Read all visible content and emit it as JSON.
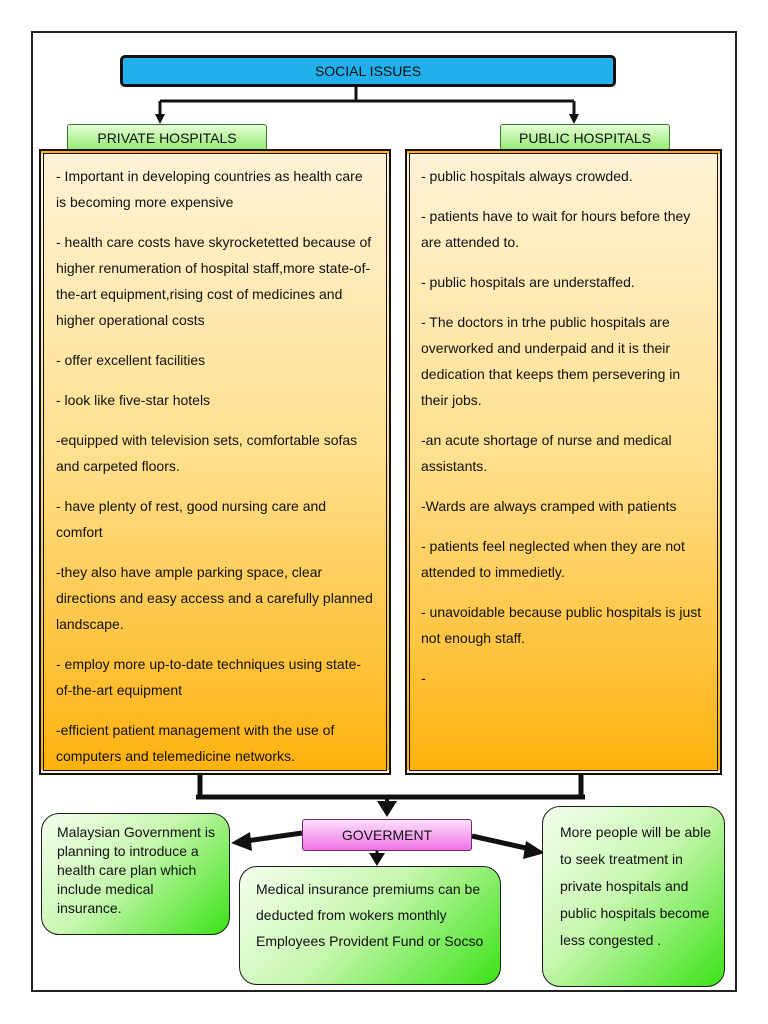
{
  "top": {
    "title": "SOCIAL ISSUES"
  },
  "private": {
    "heading": "PRIVATE HOSPITALS",
    "items": [
      "- Important in developing countries as health care is becoming more expensive",
      "- health care costs have skyrocketetted because of higher renumeration of hospital staff,more state-of-the-art equipment,rising cost of medicines and higher operational costs",
      "- offer excellent facilities",
      "- look like five-star hotels",
      "-equipped with television sets, comfortable sofas and carpeted floors.",
      "- have plenty of rest, good nursing care and comfort",
      "-they also have ample parking space, clear directions and easy access and a carefully planned landscape.",
      "- employ more up-to-date techniques  using state-of-the-art equipment",
      "-efficient patient management with the use of computers and telemedicine networks."
    ]
  },
  "public": {
    "heading": "PUBLIC HOSPITALS",
    "items": [
      "-  public hospitals always crowded.",
      "- patients have to wait for hours before they are attended  to.",
      "- public hospitals are understaffed.",
      "- The doctors in trhe public hospitals are overworked and underpaid and it is their dedication that keeps them persevering in their jobs.",
      "-an acute shortage of nurse  and medical assistants.",
      "-Wards are always cramped with patients",
      "- patients feel neglected when they are not attended to immedietly.",
      "- unavoidable because public hospitals is just not enough staff.",
      "-"
    ]
  },
  "government": {
    "label": "GOVERMENT"
  },
  "outcomes": {
    "left": "Malaysian Government is planning to introduce a health care plan which include medical insurance.",
    "middle": "Medical insurance premiums can be deducted from wokers monthly Employees Provident Fund or Socso",
    "right": "More people will be able to seek treatment in private hospitals and public hospitals become less congested ."
  },
  "colors": {
    "top_box": "#22b0ec",
    "heading_tag": "#8ee86c",
    "column_fill": "#ffb20e",
    "government_box": "#ee72e6",
    "outcome_box": "#3be216"
  }
}
